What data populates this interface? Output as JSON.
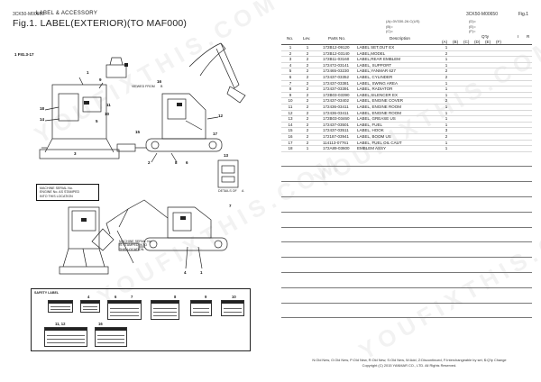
{
  "header": {
    "code_left": "3CK50-M00650",
    "label": "LABEL & ACCESSORY",
    "code_right": "3CK50-M00650",
    "fig": "Fig.1",
    "title": "Fig.1.  LABEL(EXTERIOR)(TO MAF000)"
  },
  "legend": {
    "line1": "(A)=3V330-2A C(US)",
    "line2": "(B)=",
    "line3": "(C)=",
    "line4": "(D)=",
    "line5": "(E)=",
    "line6": "(F)="
  },
  "table": {
    "headers": {
      "no": "No.",
      "lev": "Lev.",
      "parts": "Parts No.",
      "desc": "Description",
      "qty": "Q'ty",
      "i": "I",
      "r": "R",
      "a": "(A)",
      "b": "(B)",
      "c": "(C)",
      "d": "(D)",
      "e": "(E)",
      "f": "(F)"
    },
    "rows": [
      {
        "no": "1",
        "lev": "1",
        "part": "172B12-09120",
        "desc": "LABEL SET,OUT EX",
        "qa": "1"
      },
      {
        "no": "2",
        "lev": "2",
        "part": "172B12-03140",
        "desc": "LABEL,MODEL",
        "qa": "2"
      },
      {
        "no": "3",
        "lev": "2",
        "part": "172B11-03160",
        "desc": "LABEL,REAR EMBLEM",
        "qa": "1"
      },
      {
        "no": "4",
        "lev": "2",
        "part": "172472-03141",
        "desc": "LABEL, SUPPORT",
        "qa": "1"
      },
      {
        "no": "5",
        "lev": "2",
        "part": "172465-03230",
        "desc": "LABEL,YANMAR 627",
        "qa": "2"
      },
      {
        "no": "6",
        "lev": "2",
        "part": "172437-03352",
        "desc": "LABEL, CYLINDER",
        "qa": "2"
      },
      {
        "no": "7",
        "lev": "2",
        "part": "172437-03381",
        "desc": "LABEL, SWING AREA",
        "qa": "1"
      },
      {
        "no": "8",
        "lev": "2",
        "part": "172437-03391",
        "desc": "LABEL, RADIATOR",
        "qa": "1"
      },
      {
        "no": "9",
        "lev": "2",
        "part": "172B03-03390",
        "desc": "LABEL,SILENCER EX",
        "qa": "1"
      },
      {
        "no": "10",
        "lev": "2",
        "part": "172437-03402",
        "desc": "LABEL, ENGINE COVER",
        "qa": "2"
      },
      {
        "no": "11",
        "lev": "2",
        "part": "172436-03411",
        "desc": "LABEL, ENGINE ROOM",
        "qa": "1"
      },
      {
        "no": "12",
        "lev": "2",
        "part": "172436-03411",
        "desc": "LABEL, ENGINE ROOM",
        "qa": "1"
      },
      {
        "no": "13",
        "lev": "2",
        "part": "172B03-03460",
        "desc": "LABEL, GREASE US",
        "qa": "1"
      },
      {
        "no": "14",
        "lev": "2",
        "part": "172437-03501",
        "desc": "LABEL, FUEL",
        "qa": "1"
      },
      {
        "no": "15",
        "lev": "2",
        "part": "172437-03511",
        "desc": "LABEL, HOOK",
        "qa": "3"
      },
      {
        "no": "16",
        "lev": "2",
        "part": "172187-03941",
        "desc": "LABEL, BOOM US",
        "qa": "2"
      },
      {
        "no": "17",
        "lev": "2",
        "part": "114113-07761",
        "desc": "LABEL, FUEL OIL CAUT",
        "qa": "1"
      },
      {
        "no": "18",
        "lev": "1",
        "part": "172A89-03600",
        "desc": "EMBLEM ASSY",
        "qa": "1"
      }
    ]
  },
  "diagram": {
    "callouts": [
      "1",
      "1",
      "2",
      "3",
      "4",
      "5",
      "6",
      "7",
      "8",
      "9",
      "10",
      "11",
      "12",
      "13",
      "14",
      "15",
      "16",
      "17",
      "18"
    ],
    "fig_ref": "1 FIG.3-17",
    "viewed_from": "VIEWED FROM",
    "viewed_from_mark": "B",
    "machine_serial_1": "MACHINE SERIAL No.\nENGINE No. AS STAMPED\nINTO THIS LOCATION",
    "machine_serial_2": "MACHINE SERIAL No.\nIS STAMPED INTO\nTHIS LOCATION.",
    "details_of": "DETAILS OF",
    "details_mark": "A",
    "safety_label": "SAFETY LABEL",
    "safety_nums": [
      "4",
      "6",
      "7",
      "8",
      "9",
      "10",
      "11, 12",
      "16"
    ]
  },
  "footer": {
    "legend_text": "N:Old New, O:Old New, P:Old New, R:Old New, S:Old New, W:Add, Z:Discontinued, F:Interchangeable by set, $:Q'ty Change",
    "copyright": "Copyright (C) 2015 YANMAR CO., LTD. All Rights Reserved."
  },
  "watermark": "YOUFIXTHIS.COM"
}
